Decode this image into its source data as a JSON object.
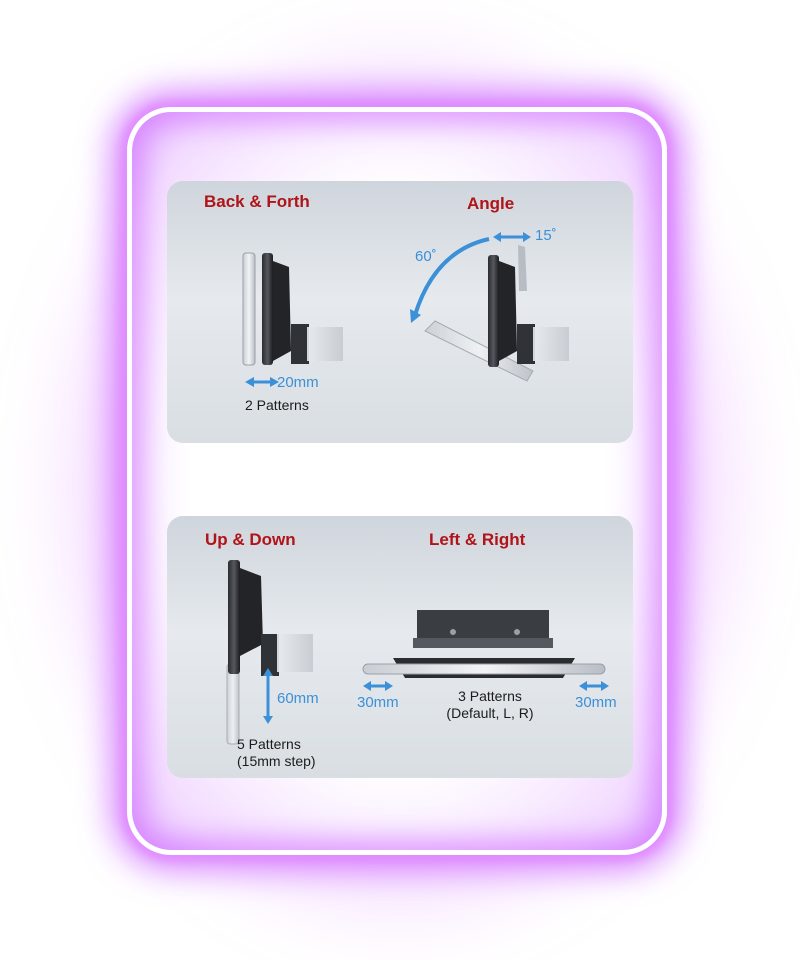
{
  "panels": [
    {
      "sections": [
        {
          "title": "Back & Forth",
          "distance": "20mm",
          "patterns": "2 Patterns"
        },
        {
          "title": "Angle",
          "angle_large": "60˚",
          "angle_small": "15˚"
        }
      ]
    },
    {
      "sections": [
        {
          "title": "Up & Down",
          "distance": "60mm",
          "patterns_line1": "5 Patterns",
          "patterns_line2": "(15mm step)"
        },
        {
          "title": "Left & Right",
          "left_distance": "30mm",
          "right_distance": "30mm",
          "patterns_line1": "3 Patterns",
          "patterns_line2": "(Default, L, R)"
        }
      ]
    }
  ],
  "colors": {
    "accent_red": "#b01318",
    "arrow_blue": "#3b90d8",
    "neon_purple": "#d06bff"
  }
}
